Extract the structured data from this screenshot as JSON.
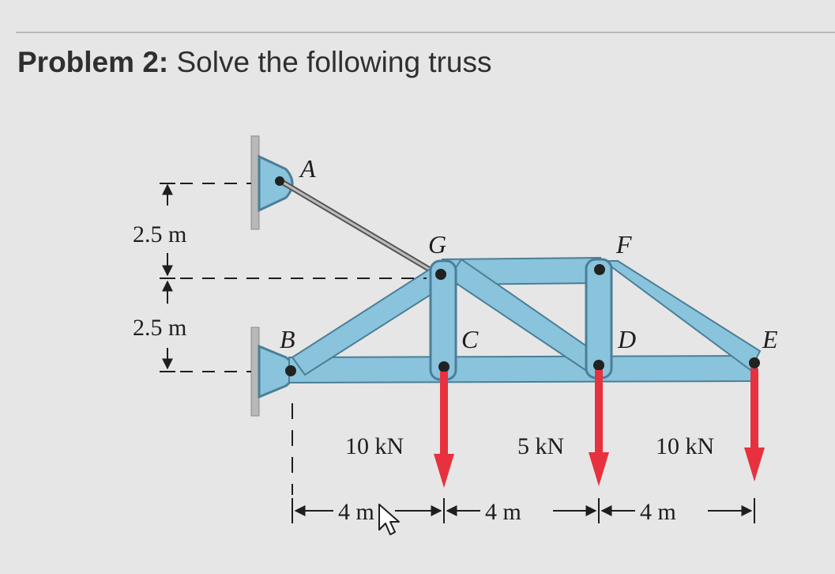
{
  "problem": {
    "label": "Problem 2:",
    "text": "Solve the following truss"
  },
  "nodes": {
    "A": "A",
    "B": "B",
    "C": "C",
    "D": "D",
    "E": "E",
    "F": "F",
    "G": "G"
  },
  "loads": [
    "10 kN",
    "5 kN",
    "10 kN"
  ],
  "dimensions": {
    "vertical": [
      "2.5 m",
      "2.5 m"
    ],
    "horizontal": [
      "4 m",
      "4 m",
      "4 m"
    ]
  },
  "colors": {
    "member": "#89c3dc",
    "member_edge": "#4b7f97",
    "support": "#89c3dc",
    "load_arrow": "#e8313f",
    "cable": "#9a9a9a"
  }
}
